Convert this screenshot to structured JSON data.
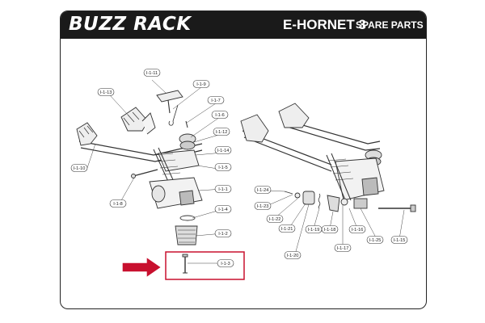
{
  "header": {
    "brand": "BUZZ RACK",
    "model": "E-HORNET 3",
    "subtitle": "SPARE PARTS"
  },
  "colors": {
    "header_bg": "#1a1a1a",
    "highlight": "#c8102e",
    "line": "#333333"
  },
  "parts": [
    {
      "id": "I-1-11"
    },
    {
      "id": "I-1-13"
    },
    {
      "id": "I-1-9"
    },
    {
      "id": "I-1-7"
    },
    {
      "id": "I-1-6"
    },
    {
      "id": "I-1-12"
    },
    {
      "id": "I-1-14"
    },
    {
      "id": "I-1-5"
    },
    {
      "id": "I-1-10"
    },
    {
      "id": "I-1-1"
    },
    {
      "id": "I-1-8"
    },
    {
      "id": "I-1-4"
    },
    {
      "id": "I-1-2"
    },
    {
      "id": "I-1-3"
    },
    {
      "id": "I-1-24"
    },
    {
      "id": "I-1-23"
    },
    {
      "id": "I-1-22"
    },
    {
      "id": "I-1-21"
    },
    {
      "id": "I-1-20"
    },
    {
      "id": "I-1-19"
    },
    {
      "id": "I-1-18"
    },
    {
      "id": "I-1-17"
    },
    {
      "id": "I-1-16"
    },
    {
      "id": "I-1-25"
    },
    {
      "id": "I-1-15"
    }
  ],
  "highlighted_part": "I-1-3"
}
